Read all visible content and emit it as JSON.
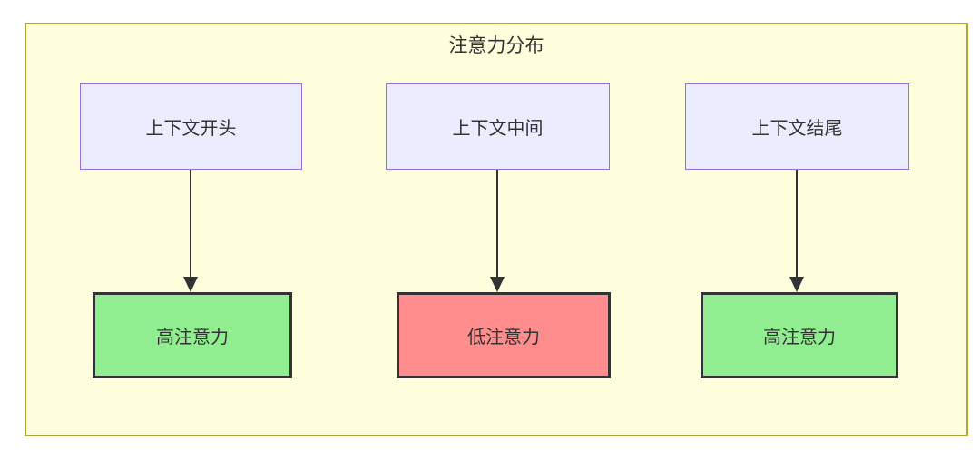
{
  "diagram": {
    "title": "注意力分布",
    "columns": [
      {
        "source": "上下文开头",
        "target": "高注意力",
        "attention": "high"
      },
      {
        "source": "上下文中间",
        "target": "低注意力",
        "attention": "low"
      },
      {
        "source": "上下文结尾",
        "target": "高注意力",
        "attention": "high"
      }
    ],
    "colors": {
      "container_fill": "#FFFFDE",
      "container_border": "#AAAA33",
      "source_fill": "#ECECFF",
      "source_border": "#9370DB",
      "high_fill": "#90EE90",
      "low_fill": "#FF8D8D",
      "target_border": "#333333",
      "arrow": "#333333",
      "text": "#333333"
    }
  }
}
